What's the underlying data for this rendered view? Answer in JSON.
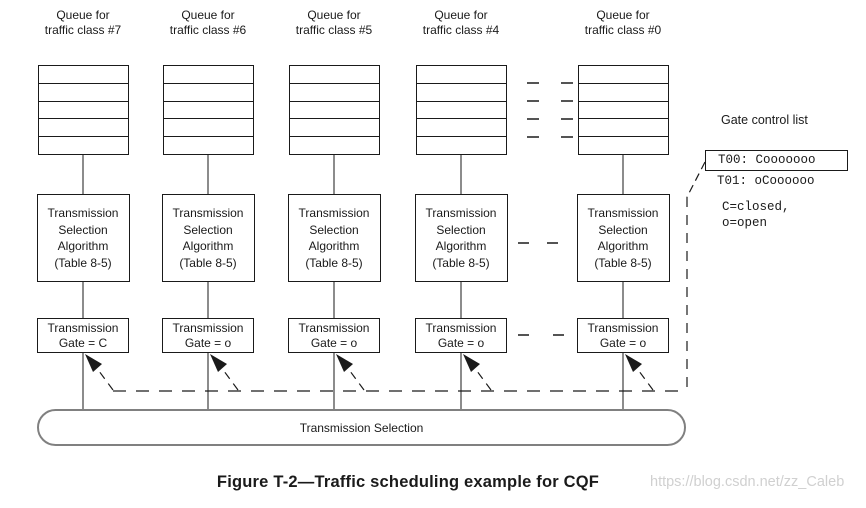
{
  "columns": [
    {
      "queue_label": "Queue for\ntraffic class #7",
      "tsa_label": "Transmission\nSelection\nAlgorithm\n(Table 8-5)",
      "gate_label": "Transmission\nGate = C"
    },
    {
      "queue_label": "Queue for\ntraffic class #6",
      "tsa_label": "Transmission\nSelection\nAlgorithm\n(Table 8-5)",
      "gate_label": "Transmission\nGate = o"
    },
    {
      "queue_label": "Queue for\ntraffic class #5",
      "tsa_label": "Transmission\nSelection\nAlgorithm\n(Table 8-5)",
      "gate_label": "Transmission\nGate = o"
    },
    {
      "queue_label": "Queue for\ntraffic class #4",
      "tsa_label": "Transmission\nSelection\nAlgorithm\n(Table 8-5)",
      "gate_label": "Transmission\nGate = o"
    },
    {
      "queue_label": "Queue for\ntraffic class #0",
      "tsa_label": "Transmission\nSelection\nAlgorithm\n(Table 8-5)",
      "gate_label": "Transmission\nGate = o"
    }
  ],
  "gate_control": {
    "title": "Gate control list",
    "entries": [
      "T00: Cooooooo",
      "T01: oCoooooo"
    ],
    "legend": "C=closed,\no=open"
  },
  "bar_label": "Transmission Selection",
  "caption": "Figure T-2—Traffic scheduling example for CQF",
  "watermark": "https://blog.csdn.net/zz_Caleb",
  "colors": {
    "line": "#1a1a1a",
    "bar_border": "#808080",
    "watermark": "#d0d0d0"
  }
}
